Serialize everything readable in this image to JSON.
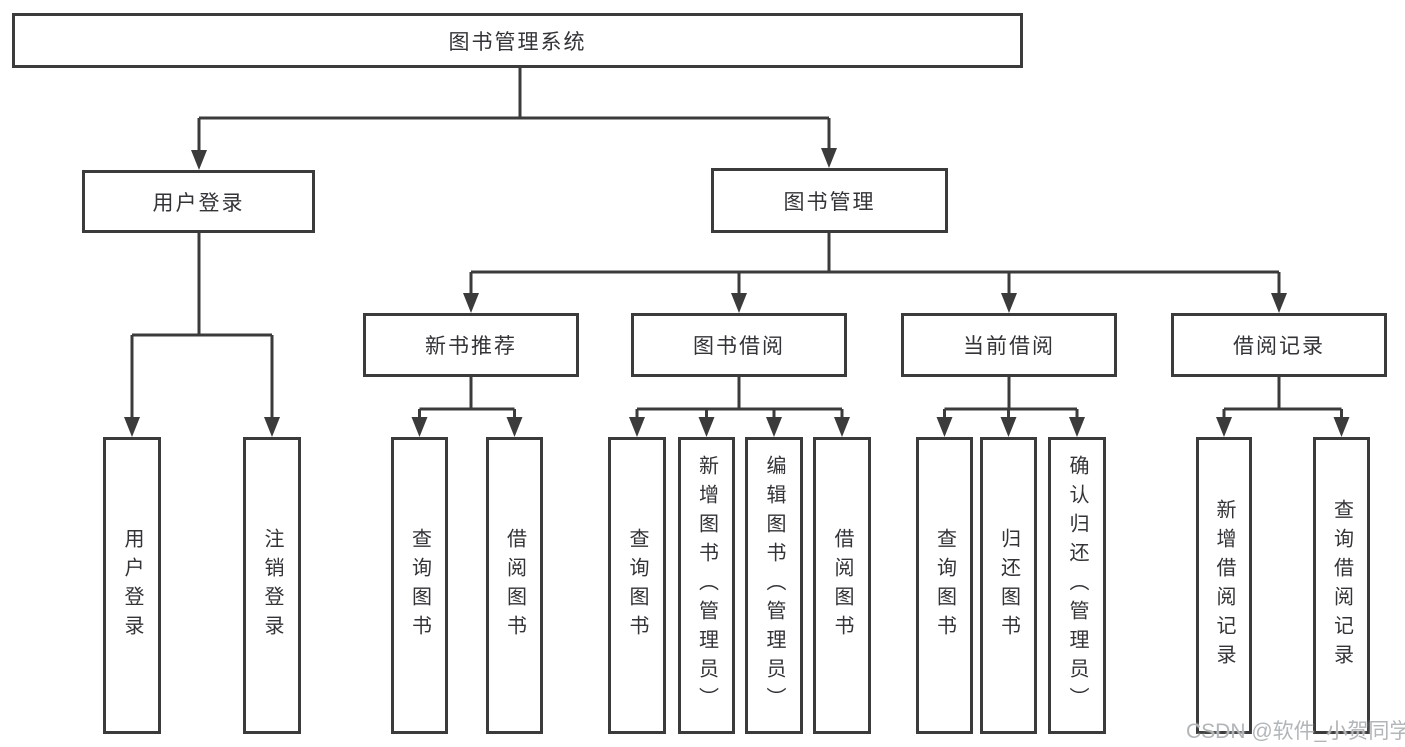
{
  "diagram": {
    "type": "hierarchy-tree",
    "root": {
      "label": "图书管理系统"
    },
    "level2": [
      {
        "label": "用户登录"
      },
      {
        "label": "图书管理"
      }
    ],
    "level3": [
      {
        "label": "新书推荐"
      },
      {
        "label": "图书借阅"
      },
      {
        "label": "当前借阅"
      },
      {
        "label": "借阅记录"
      }
    ],
    "leaves": {
      "login": [
        "用户登录",
        "注销登录"
      ],
      "recommend": [
        "查询图书",
        "借阅图书"
      ],
      "borrow": [
        "查询图书",
        "新增图书（管理员）",
        "编辑图书（管理员）",
        "借阅图书"
      ],
      "current": [
        "查询图书",
        "归还图书",
        "确认归还（管理员）"
      ],
      "records": [
        "新增借阅记录",
        "查询借阅记录"
      ]
    }
  },
  "watermark": {
    "text": "CSDN @软件_小贺同学"
  },
  "colors": {
    "line": "#3b3b3b",
    "text": "#333338",
    "background": "#ffffff",
    "watermark": "#b2b6b9"
  }
}
